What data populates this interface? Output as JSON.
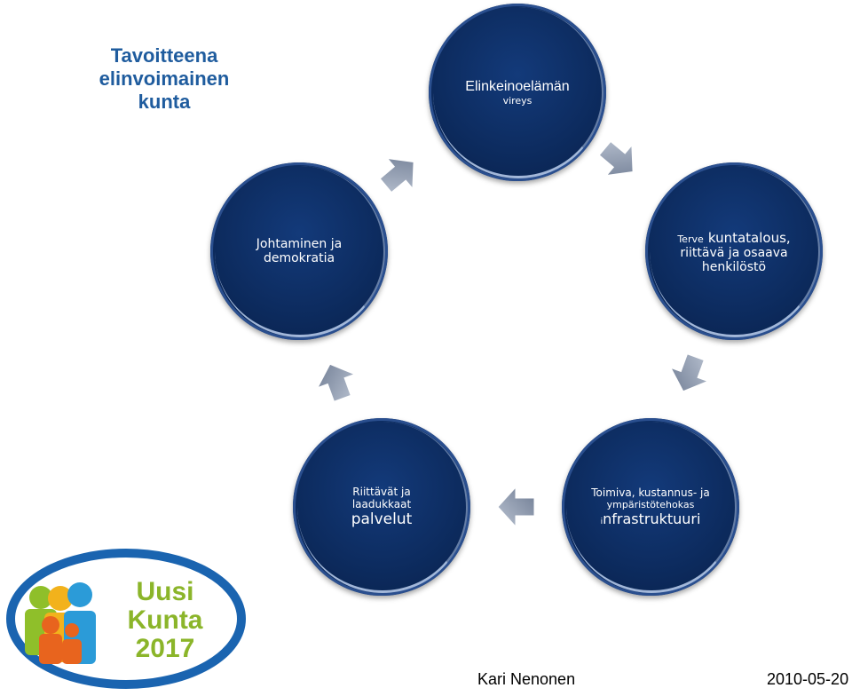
{
  "title": {
    "lines": [
      "Tavoitteena",
      "elinvoimainen",
      "kunta"
    ]
  },
  "nodes": {
    "elinkeino": {
      "line1": "Elinkeinoelämän",
      "line2": "vireys"
    },
    "talous": {
      "line1_small": "Terve",
      "line1_rest": "kuntatalous,",
      "line2": "riittävä ja osaava",
      "line3": "henkilöstö"
    },
    "infra": {
      "line1": "Toimiva, kustannus- ja",
      "line2": "ympäristötehokas",
      "line3_small": "i",
      "line3_rest": "nfrastruktuuri"
    },
    "palvelut": {
      "line1": "Riittävät ja",
      "line2": "laadukkaat",
      "line3": "palvelut"
    },
    "johtaminen": {
      "line1": "Johtaminen ja",
      "line2": "demokratia"
    }
  },
  "logo": {
    "line1": "Uusi",
    "line2": "Kunta",
    "line3": "2017"
  },
  "footer": {
    "author": "Kari Nenonen",
    "date": "2010-05-20"
  },
  "colors": {
    "circle": "#0d2c60",
    "title": "#1f5c9e",
    "logo_text": "#8bb52a",
    "logo_ring": "#1a64b0",
    "arrow": "#8a96ab"
  }
}
